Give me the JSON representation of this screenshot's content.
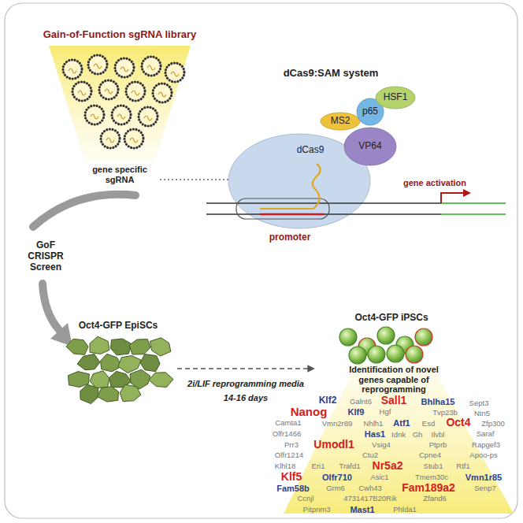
{
  "diagram": {
    "nodes": [
      {
        "text": [
          "HSF1"
        ]
      },
      {
        "text": [
          "p65"
        ]
      },
      {
        "text": [
          "MS2"
        ]
      },
      {
        "text": [
          "VP64"
        ]
      },
      {
        "text": [
          "dCas9"
        ]
      }
    ],
    "labels": [
      "Gain-of-Function sgRNA library",
      "dCas9:SAM system",
      "gene specific sgRNA",
      "gene activation",
      "promoter",
      "GoF CRISPR Screen",
      "Oct4-GFP EpiSCs",
      "Oct4-GFP iPSCs",
      "2i/LIF reprogramming media",
      "14-16 days",
      "Identification of novel genes capable of reprogramming",
      "Klf2",
      "Galnt6",
      "Sall1",
      "Bhlha15",
      "Sept3",
      "Nanog",
      "Klf9",
      "Hgf",
      "Tvp23b",
      "Ntn5",
      "Camta1",
      "Vmn2r89",
      "Nhlh1",
      "Atf1",
      "Esd",
      "Oct4",
      "Zfp300",
      "Olfr1466",
      "Has1",
      "Idnk",
      "Gh",
      "Ilvbl",
      "Saraf",
      "Prr3",
      "Umodl1",
      "Vsig4",
      "Ptprb",
      "Rapgef3",
      "Olfr1214",
      "Ctu2",
      "Cpne4",
      "Apoo-ps",
      "Klhl18",
      "Eri1",
      "Trafd1",
      "Nr5a2",
      "Stub1",
      "Rtf1",
      "Klf5",
      "Olfr710",
      "Asic1",
      "Tmem30c",
      "Vmn1r85",
      "Fam58b",
      "Grm6",
      "Cwh43",
      "Fam189a2",
      "Senp7",
      "Ccnjl",
      "4731417B20Rik",
      "Zfand6",
      "Pitpnm3",
      "Mast1",
      "Phlda1"
    ]
  }
}
